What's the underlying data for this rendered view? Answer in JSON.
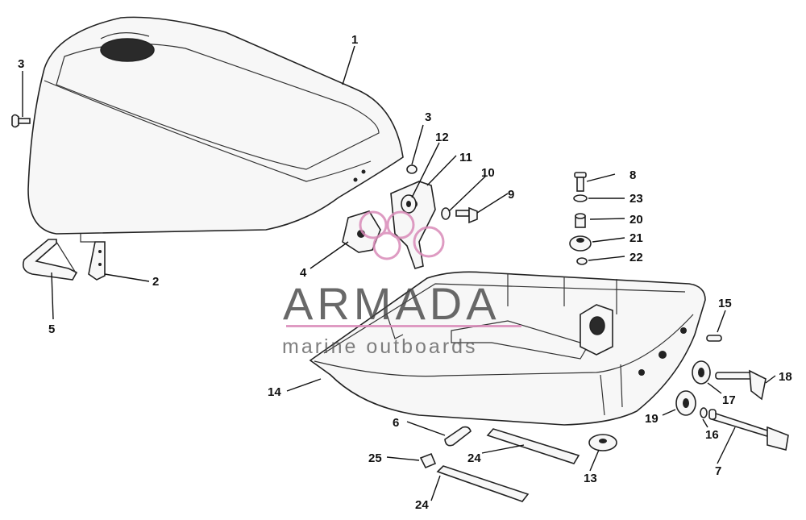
{
  "watermark": {
    "brand": "ARMADA",
    "tagline": "marine outboards",
    "accent_color": "#d98ab8",
    "text_color": "#444444"
  },
  "callouts": {
    "c1": "1",
    "c2": "2",
    "c3a": "3",
    "c3b": "3",
    "c4": "4",
    "c5": "5",
    "c6": "6",
    "c7": "7",
    "c8": "8",
    "c9": "9",
    "c10": "10",
    "c11": "11",
    "c12": "12",
    "c13": "13",
    "c14": "14",
    "c15": "15",
    "c16": "16",
    "c17": "17",
    "c18": "18",
    "c19": "19",
    "c20": "20",
    "c21": "21",
    "c22": "22",
    "c23": "23",
    "c24a": "24",
    "c24b": "24",
    "c25": "25"
  }
}
